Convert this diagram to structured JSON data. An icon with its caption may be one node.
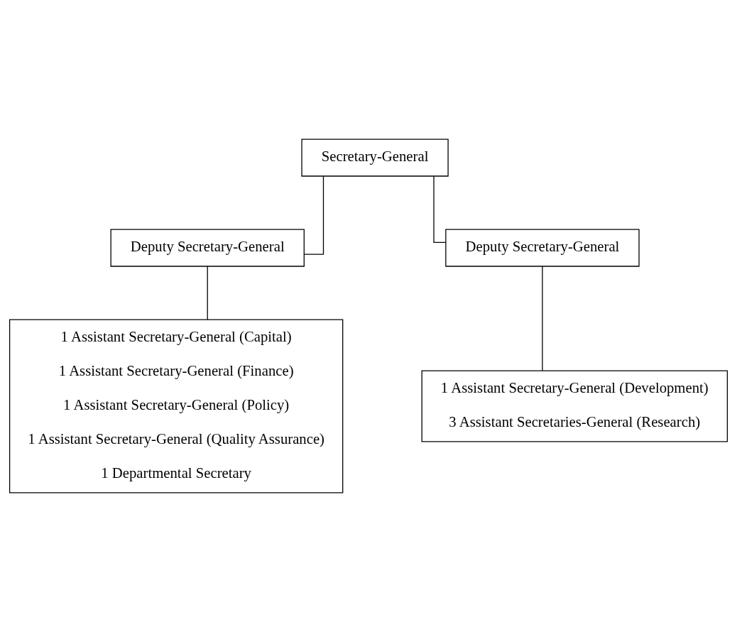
{
  "diagram": {
    "nodes": [
      {
        "text": [
          "Secretary-General"
        ]
      },
      {
        "text": [
          "Deputy Secretary-General"
        ]
      },
      {
        "text": [
          "Deputy Secretary-General"
        ]
      },
      {
        "text": [
          "1 Assistant Secretary-General (Capital)",
          "1 Assistant Secretary-General (Finance)",
          "1 Assistant Secretary-General (Policy)",
          "1 Assistant Secretary-General (Quality Assurance)",
          "1 Departmental Secretary"
        ]
      },
      {
        "text": [
          "1 Assistant Secretary-General (Development)",
          "3 Assistant Secretaries-General (Research)"
        ]
      }
    ],
    "edges": [
      {
        "from": 0,
        "to": 1,
        "arrow": "none"
      },
      {
        "from": 0,
        "to": 2,
        "arrow": "none"
      },
      {
        "from": 1,
        "to": 3,
        "arrow": "none"
      },
      {
        "from": 2,
        "to": 4,
        "arrow": "none"
      }
    ]
  }
}
